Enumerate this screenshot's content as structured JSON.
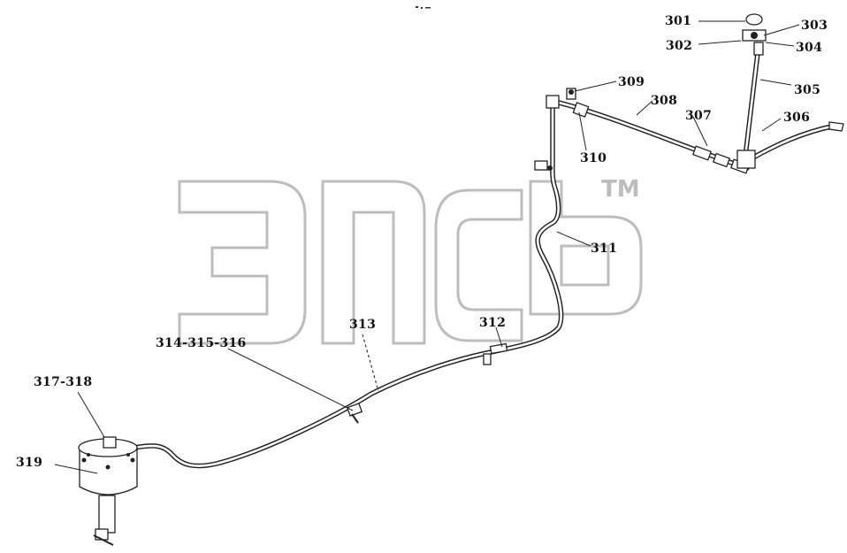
{
  "diagram": {
    "watermark": {
      "trademark": "TM"
    },
    "labels": [
      {
        "id": "301",
        "text": "301"
      },
      {
        "id": "302",
        "text": "302"
      },
      {
        "id": "303",
        "text": "303"
      },
      {
        "id": "304",
        "text": "304"
      },
      {
        "id": "305",
        "text": "305"
      },
      {
        "id": "306",
        "text": "306"
      },
      {
        "id": "307",
        "text": "307"
      },
      {
        "id": "308",
        "text": "308"
      },
      {
        "id": "309",
        "text": "309"
      },
      {
        "id": "310",
        "text": "310"
      },
      {
        "id": "311",
        "text": "311"
      },
      {
        "id": "312",
        "text": "312"
      },
      {
        "id": "313",
        "text": "313"
      },
      {
        "id": "314-315-316",
        "text": "314-315-316"
      },
      {
        "id": "317-318",
        "text": "317-318"
      },
      {
        "id": "319",
        "text": "319"
      }
    ]
  }
}
